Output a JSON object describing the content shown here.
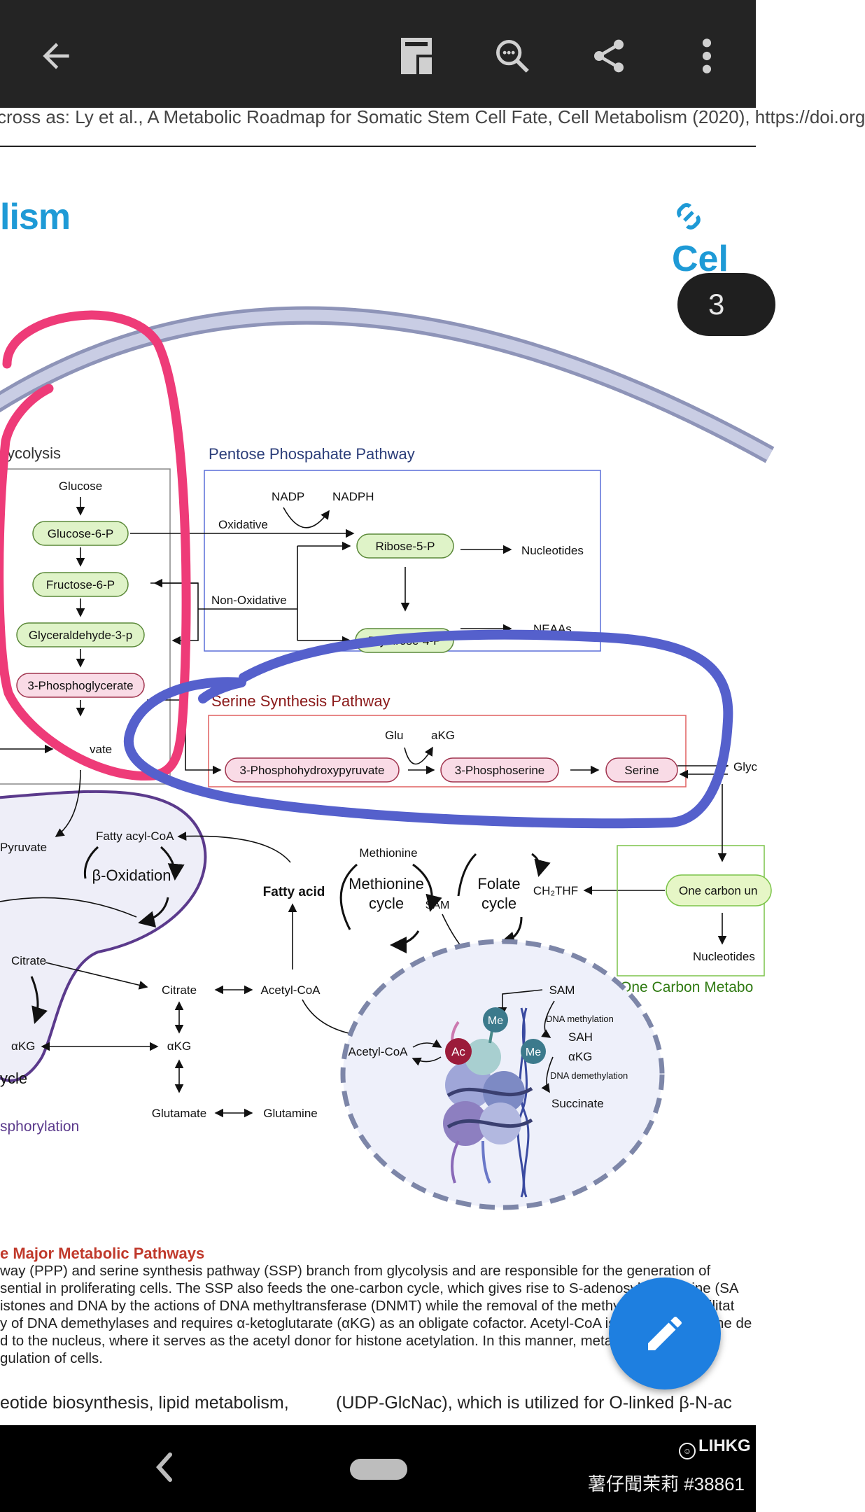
{
  "toolbar": {
    "back": "back-arrow-icon",
    "icons": [
      "document-mode-icon",
      "zoom-search-icon",
      "share-icon",
      "more-vert-icon"
    ]
  },
  "pdf_header": "cross as: Ly et al., A Metabolic Roadmap for Somatic Stem Cell Fate, Cell Metabolism (2020), https://doi.org",
  "journal": {
    "left": "lism",
    "right": "Cel"
  },
  "page_indicator": "3",
  "diagram": {
    "glycolysis": {
      "title": "ycolysis",
      "glucose": "Glucose",
      "g6p": "Glucose-6-P",
      "f6p": "Fructose-6-P",
      "g3p": "Glyceraldehyde-3-p",
      "pg3": "3-Phosphoglycerate",
      "pyruvate_cut": "vate"
    },
    "ppp": {
      "title": "Pentose Phospahate Pathway",
      "nadp": "NADP",
      "nadph": "NADPH",
      "oxidative": "Oxidative",
      "nonox": "Non-Oxidative",
      "r5p": "Ribose-5-P",
      "e4p": "Erythrose-4-P",
      "nucleotides": "Nucleotides",
      "neaas": "NEAAs"
    },
    "ssp": {
      "title": "Serine Synthesis Pathway",
      "glu": "Glu",
      "akg": "aKG",
      "php": "3-Phosphohydroxypyruvate",
      "ps": "3-Phosphoserine",
      "serine": "Serine",
      "glyc_cut": "Glyc"
    },
    "mito": {
      "pyruvate": "Pyruvate",
      "fatty_acyl_coa": "Fatty acyl-CoA",
      "beta_ox": "β-Oxidation",
      "citrate": "Citrate",
      "akg": "αKG",
      "cycle_cut": "ycle",
      "oxphos_cut": "sphorylation"
    },
    "cyto": {
      "fatty_acid": "Fatty acid",
      "citrate": "Citrate",
      "acetyl_coa": "Acetyl-CoA",
      "akg": "αKG",
      "glutamate": "Glutamate",
      "glutamine": "Glutamine"
    },
    "one_carbon": {
      "methionine": "Methionine",
      "met_cycle_1": "Methionine",
      "met_cycle_2": "cycle",
      "sam": "SAM",
      "folate_1": "Folate",
      "folate_2": "cycle",
      "ch2thf": "CH₂THF",
      "one_carbon_unit": "One carbon un",
      "nucleotides": "Nucleotides",
      "title": "One Carbon Metabo"
    },
    "nucleus": {
      "sam": "SAM",
      "dna_methylation": "DNA methylation",
      "sah": "SAH",
      "akg": "αKG",
      "dna_demethylation": "DNA demethylation",
      "succinate": "Succinate",
      "acetyl_coa": "Acetyl-CoA",
      "ac": "Ac",
      "me1": "Me",
      "me2": "Me"
    }
  },
  "caption": {
    "title": "e Major Metabolic Pathways",
    "lines": [
      "way (PPP) and serine synthesis pathway (SSP) branch from glycolysis and are responsible for the generation of",
      "sential in proliferating cells. The SSP also feeds the one-carbon cycle, which gives rise to S-adenosylmethionine (SA",
      "istones and DNA by the actions of DNA methyltransferase (DNMT) while the removal of the methyl groups is facilitat",
      "y of DNA demethylases and requires α-ketoglutarate (αKG) as an obligate cofactor. Acetyl-CoA is transported to the de",
      "d to the nucleus, where it serves as the acetyl donor for histone acetylation. In this manner, metabolism is linked",
      "gulation of cells."
    ]
  },
  "body_text": {
    "left": "eotide biosynthesis, lipid metabolism,",
    "right": "(UDP-GlcNac), which is utilized for O-linked β-N-ac"
  },
  "fab_icon": "edit-pencil-icon",
  "navbar": {
    "back": "nav-back-icon",
    "home": "nav-home-pill"
  },
  "watermark": {
    "line1": "LIHKG",
    "line2": "薯仔聞茉莉 #38861"
  },
  "colors": {
    "toolbar_bg": "#242424",
    "accent_blue": "#1e9ad6",
    "fab": "#1e7fe0",
    "annotation_pink": "#ee3b78",
    "annotation_blue": "#5560cc",
    "green_node": "#dff3c8",
    "pink_node": "#f9dbe6"
  }
}
